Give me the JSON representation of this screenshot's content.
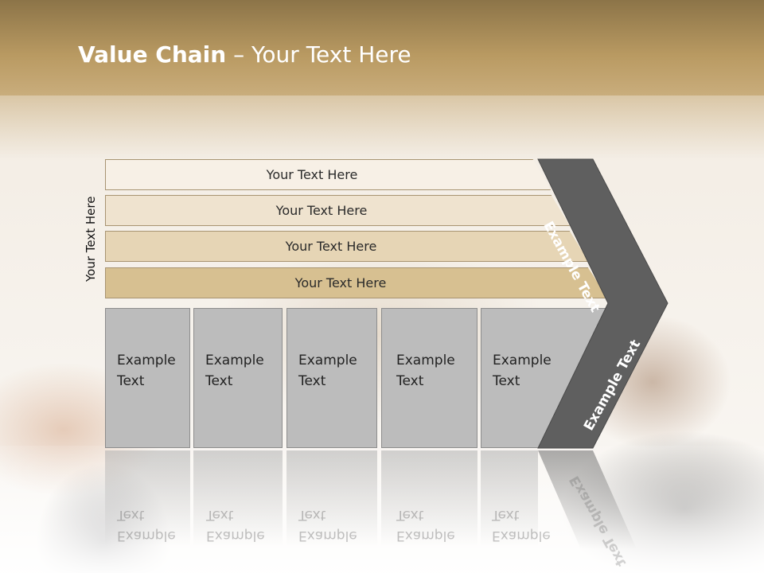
{
  "slide": {
    "title_bold": "Value Chain",
    "title_rest": " – Your Text Here",
    "side_label": "Your Text Here"
  },
  "bars": [
    {
      "label": "Your Text Here"
    },
    {
      "label": "Your Text Here"
    },
    {
      "label": "Your Text Here"
    },
    {
      "label": "Your Text Here"
    }
  ],
  "boxes": [
    {
      "line1": "Example",
      "line2": "Text"
    },
    {
      "line1": "Example",
      "line2": "Text"
    },
    {
      "line1": "Example",
      "line2": "Text"
    },
    {
      "line1": "Example",
      "line2": "Text"
    },
    {
      "line1": "Example",
      "line2": "Text"
    }
  ],
  "chevron": {
    "top_label": "Example Text",
    "bottom_label": "Example Text",
    "color": "#5f5f5f"
  },
  "colors": {
    "header": "#b99a62",
    "box_fill": "#bcbcbc",
    "bar_fill_top": "#f7f0e6",
    "bar_fill_bottom": "#d7c091"
  }
}
